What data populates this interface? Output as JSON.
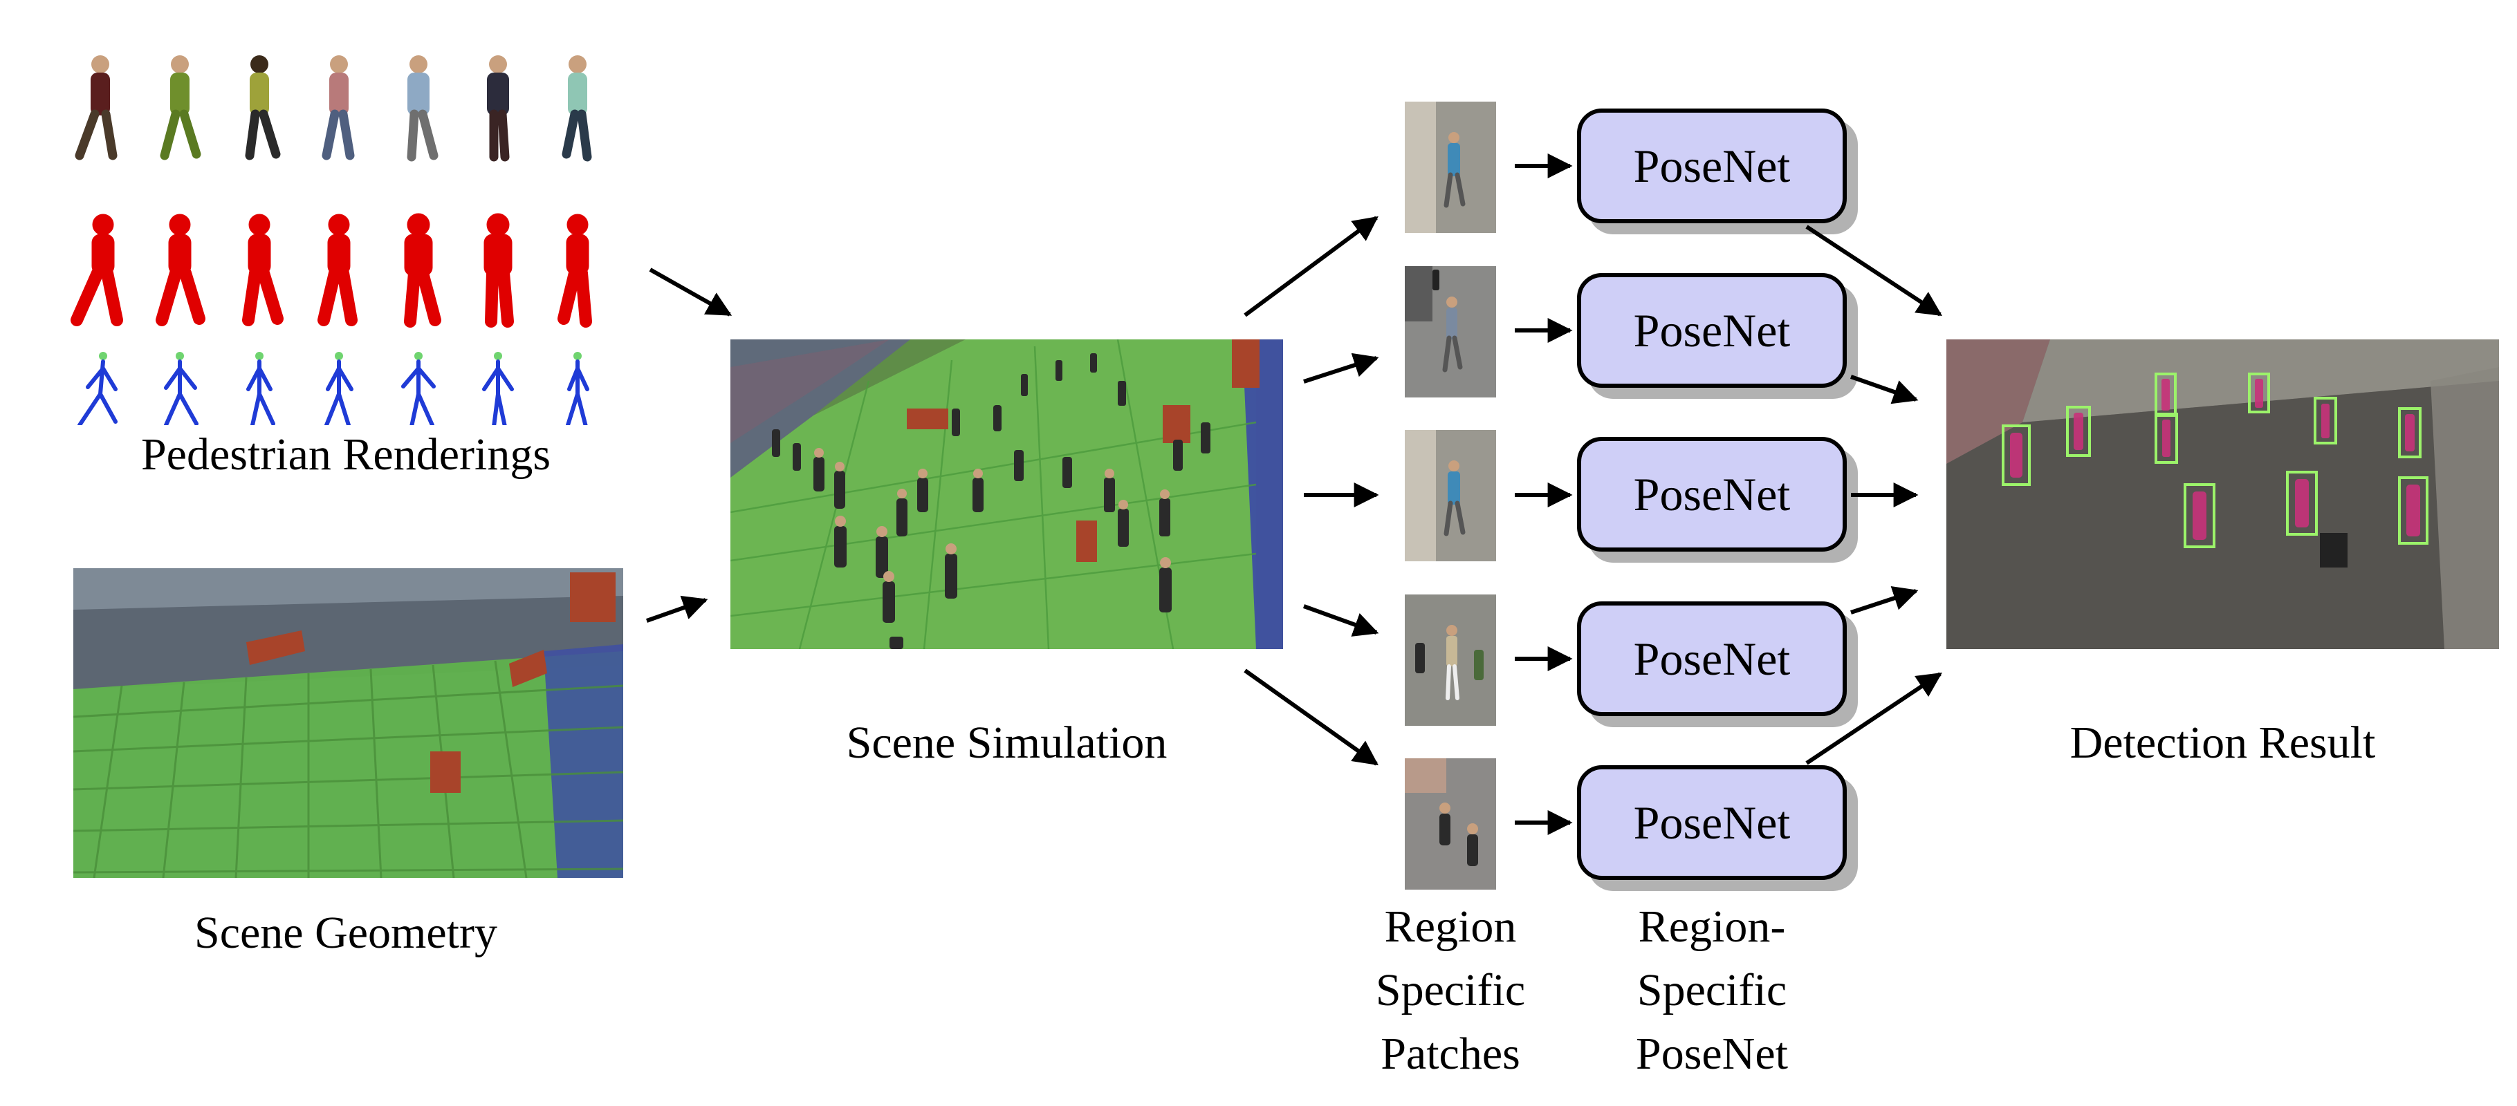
{
  "labels": {
    "pedestrian_renderings": "Pedestrian Renderings",
    "scene_geometry": "Scene Geometry",
    "scene_simulation": "Scene Simulation",
    "detection_result": "Detection Result",
    "region_specific_patches": [
      "Region",
      "Specific",
      "Patches"
    ],
    "region_specific_posenet": [
      "Region-",
      "Specific",
      "PoseNet"
    ]
  },
  "posenet_boxes": [
    "PoseNet",
    "PoseNet",
    "PoseNet",
    "PoseNet",
    "PoseNet"
  ],
  "colors": {
    "posenet_fill": "#cfcff7",
    "ground_overlay": "#5fb64a",
    "wall_overlay": "#3e4fa3",
    "silhouette": "#e00000",
    "skeleton": "#1f3bd6",
    "obstacle": "#a8442a",
    "detection_box": "#9cf36a",
    "detection_body": "#c8327a"
  }
}
